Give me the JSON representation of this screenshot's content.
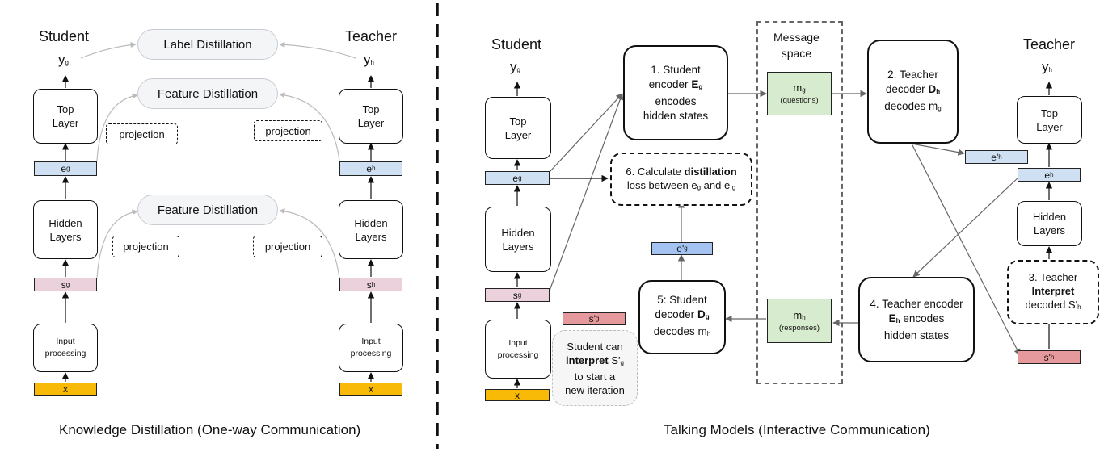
{
  "left": {
    "student_label": "Student",
    "teacher_label": "Teacher",
    "y_g": "y",
    "y_h": "y",
    "label_distillation": "Label Distillation",
    "feature_distillation_top": "Feature Distillation",
    "feature_distillation_bottom": "Feature Distillation",
    "top_layer_1": "Top",
    "top_layer_2": "Layer",
    "hidden_layers_1": "Hidden",
    "hidden_layers_2": "Layers",
    "input_processing_1": "Input",
    "input_processing_2": "processing",
    "projection": "projection",
    "e_g": "e",
    "e_h": "e",
    "s_g": "s",
    "s_h": "s",
    "x": "x",
    "caption": "Knowledge Distillation (One-way Communication)"
  },
  "right": {
    "student_label": "Student",
    "teacher_label": "Teacher",
    "y_g": "y",
    "y_h": "y",
    "top_layer_1": "Top",
    "top_layer_2": "Layer",
    "hidden_layers_1": "Hidden",
    "hidden_layers_2": "Layers",
    "input_processing_1": "Input",
    "input_processing_2": "processing",
    "message_space_1": "Message",
    "message_space_2": "space",
    "m_g": "m",
    "questions": "(questions)",
    "m_h": "m",
    "responses": "(responses)",
    "step1_a": "1. Student",
    "step1_b": "encoder",
    "step1_c": "encodes",
    "step1_d": "hidden states",
    "step2_a": "2. Teacher",
    "step2_b": "decoder",
    "step2_c": "decodes",
    "step3_a": "3. Teacher",
    "step3_b": "Interpret",
    "step3_c": "decoded S'",
    "step4_a": "4. Teacher encoder",
    "step4_b": "encodes",
    "step4_c": "hidden states",
    "step5_a": "5: Student",
    "step5_b": "decoder",
    "step5_c": "decodes",
    "step6_a": "6. Calculate",
    "step6_b": "distillation",
    "step6_c": "loss between",
    "step6_d": "and",
    "cloud_a": "Student can",
    "cloud_b": "interpret",
    "cloud_c": "S'",
    "cloud_d": "to start a",
    "cloud_e": "new iteration",
    "e_g": "e",
    "e_h": "e",
    "e_prime_h": "e'",
    "e_prime_g": "e'",
    "s_g": "s",
    "s_prime_g": "s'",
    "s_prime_h": "s'",
    "x": "x",
    "E": "E",
    "D": "D",
    "sub_g": "g",
    "sub_h": "h",
    "caption": "Talking Models (Interactive Communication)"
  },
  "colors": {
    "blue": "#cfe0f3",
    "pink": "#ead1dc",
    "yellow": "#f9b907",
    "blue2": "#a4c3f0",
    "red": "#e6999c",
    "green": "#d7ebce"
  }
}
